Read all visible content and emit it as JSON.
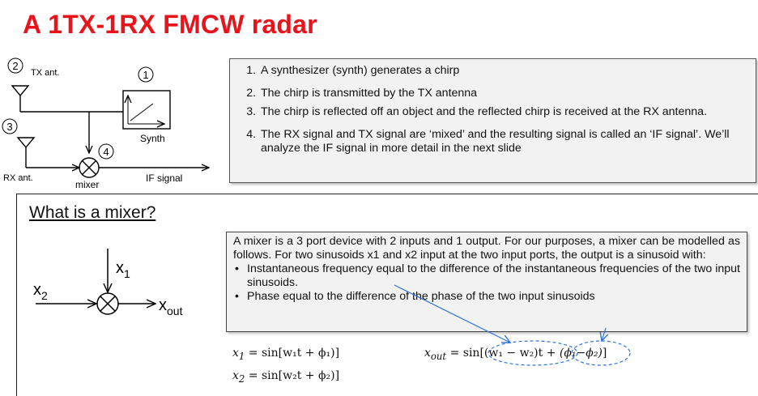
{
  "title": "A 1TX-1RX FMCW radar",
  "top_diagram": {
    "tx_label": "TX ant.",
    "rx_label": "RX ant.",
    "synth_label": "Synth",
    "mixer_label": "mixer",
    "if_label": "IF signal",
    "markers": [
      "1",
      "2",
      "3",
      "4"
    ]
  },
  "steps": [
    {
      "num": "1",
      "text": "A synthesizer (synth) generates a chirp"
    },
    {
      "num": "2",
      "text": "The chirp is transmitted by the TX antenna"
    },
    {
      "num": "3",
      "text": "The chirp is reflected off an object and the reflected chirp is received at the RX antenna."
    },
    {
      "num": "4",
      "text": "The RX signal and TX signal are ‘mixed’ and the resulting signal is called an ‘IF signal’. We’ll analyze the IF signal in more detail in the next slide"
    }
  ],
  "mixer_section": {
    "heading": "What is a mixer?",
    "diagram": {
      "x1": "x",
      "x1_sub": "1",
      "x2": "x",
      "x2_sub": "2",
      "xout": "x",
      "xout_sub": "out"
    },
    "description": "A mixer is a 3 port device with 2 inputs and 1 output. For our purposes, a mixer can be modelled as follows. For two sinusoids x1 and x2 input at the two input ports, the output is a sinusoid with:",
    "bullets": [
      "Instantaneous frequency equal to the difference of the instantaneous frequencies of the two input sinusoids.",
      "Phase equal to the difference of the phase of the two input sinusoids"
    ],
    "equations": {
      "x1": {
        "lhs": "x",
        "sub": "1",
        "rhs": "= sin[w₁t + ϕ₁)]"
      },
      "x2": {
        "lhs": "x",
        "sub": "2",
        "rhs": "= sin[w₂t + ϕ₂)]"
      },
      "xout": {
        "lhs": "x",
        "sub": "out",
        "rhs_start": "= sin[(w₁ − w₂)t",
        "plus": "+",
        "phase": "(ϕ₁−ϕ₂)",
        "end": "]"
      }
    }
  },
  "colors": {
    "title": "#e8141b",
    "annotation_arrow": "#2e75d6",
    "box_fill": "#f2f2f2"
  }
}
